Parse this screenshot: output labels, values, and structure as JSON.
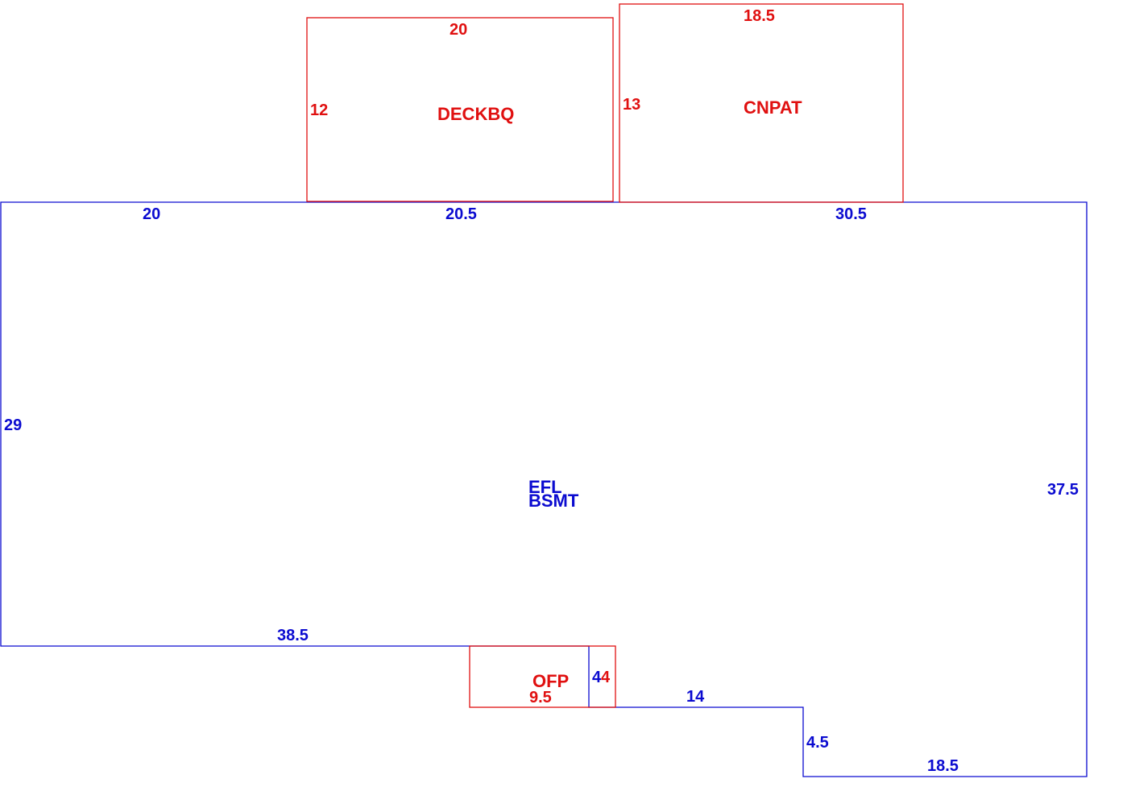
{
  "colors": {
    "main": "#0b0bd0",
    "addition": "#e01010",
    "background": "#ffffff"
  },
  "main_area": {
    "labels": [
      "EFL",
      "BSMT"
    ],
    "dimensions": {
      "top_left": "20",
      "top_middle": "20.5",
      "top_right": "30.5",
      "left": "29",
      "right": "37.5",
      "bottom_left": "38.5",
      "ofp_side": "4",
      "step_bottom": "14",
      "step_side": "4.5",
      "bottom_right": "18.5"
    }
  },
  "additions": [
    {
      "code": "DECKBQ",
      "dimensions": {
        "top": "20",
        "left": "12"
      }
    },
    {
      "code": "CNPAT",
      "dimensions": {
        "top": "18.5",
        "left": "13"
      }
    },
    {
      "code": "OFP",
      "dimensions": {
        "bottom": "9.5",
        "right": "4"
      }
    }
  ]
}
